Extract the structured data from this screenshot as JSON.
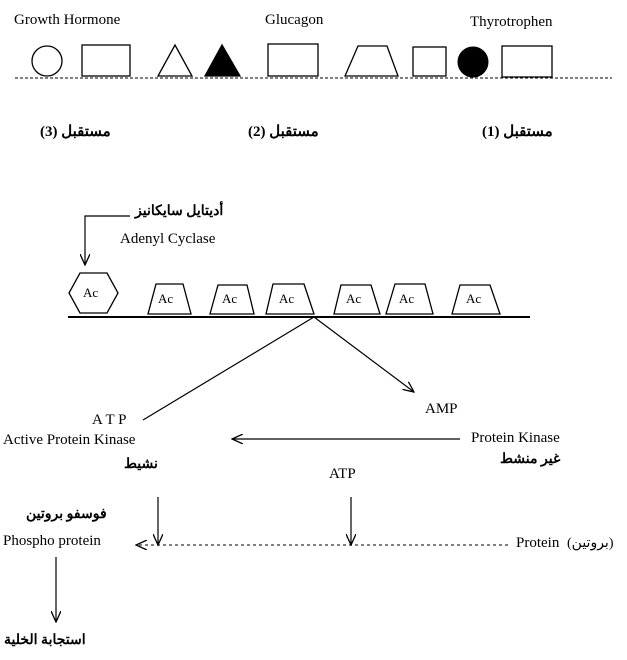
{
  "receptors": {
    "labels": [
      "Growth Hormone",
      "Glucagon",
      "Thyrotrophen"
    ],
    "receptor_3": "مستقبل (3)",
    "receptor_2": "مستقبل (2)",
    "receptor_1": "مستقبل (1)"
  },
  "cyclase": {
    "label_ar": "أديتايل سايكانيز",
    "label_en": "Adenyl Cyclase",
    "unit_label": "Ac"
  },
  "pathway": {
    "atp_top": "A T P",
    "active_kinase": "Active Protein Kinase",
    "active_ar": "نشيط",
    "amp": "AMP",
    "protein_kinase": "Protein Kinase",
    "inactive_ar": "غير منشط",
    "atp_mid": "ATP",
    "phospho_ar": "فوسفو بروتين",
    "phospho_en": "Phospho protein",
    "protein_en": "Protein",
    "protein_ar": "(بروتين)",
    "cell_response_ar": "استجابة الخلية"
  }
}
